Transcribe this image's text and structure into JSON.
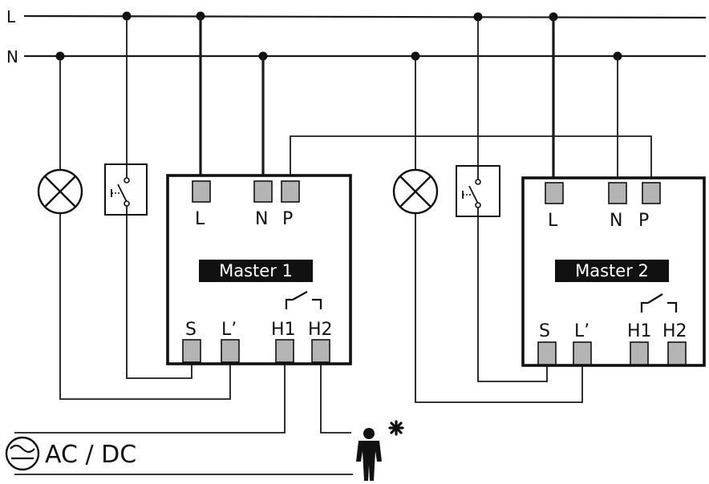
{
  "bus": {
    "live_label": "L",
    "neutral_label": "N"
  },
  "modules": [
    {
      "name": "Master 1",
      "terminals_top": {
        "l": "L",
        "n": "N",
        "p": "P"
      },
      "terminals_bottom": {
        "s": "S",
        "lprime": "L’",
        "h1": "H1",
        "h2": "H2"
      }
    },
    {
      "name": "Master 2",
      "terminals_top": {
        "l": "L",
        "n": "N",
        "p": "P"
      },
      "terminals_bottom": {
        "s": "S",
        "lprime": "L’",
        "h1": "H1",
        "h2": "H2"
      }
    }
  ],
  "supply": {
    "label": "AC / DC",
    "icon": "ac-dc-source-icon"
  },
  "sensor": {
    "icon": "person-presence-icon"
  },
  "components": {
    "lamp_icon": "lamp-icon",
    "switch_icon": "pushbutton-icon"
  }
}
